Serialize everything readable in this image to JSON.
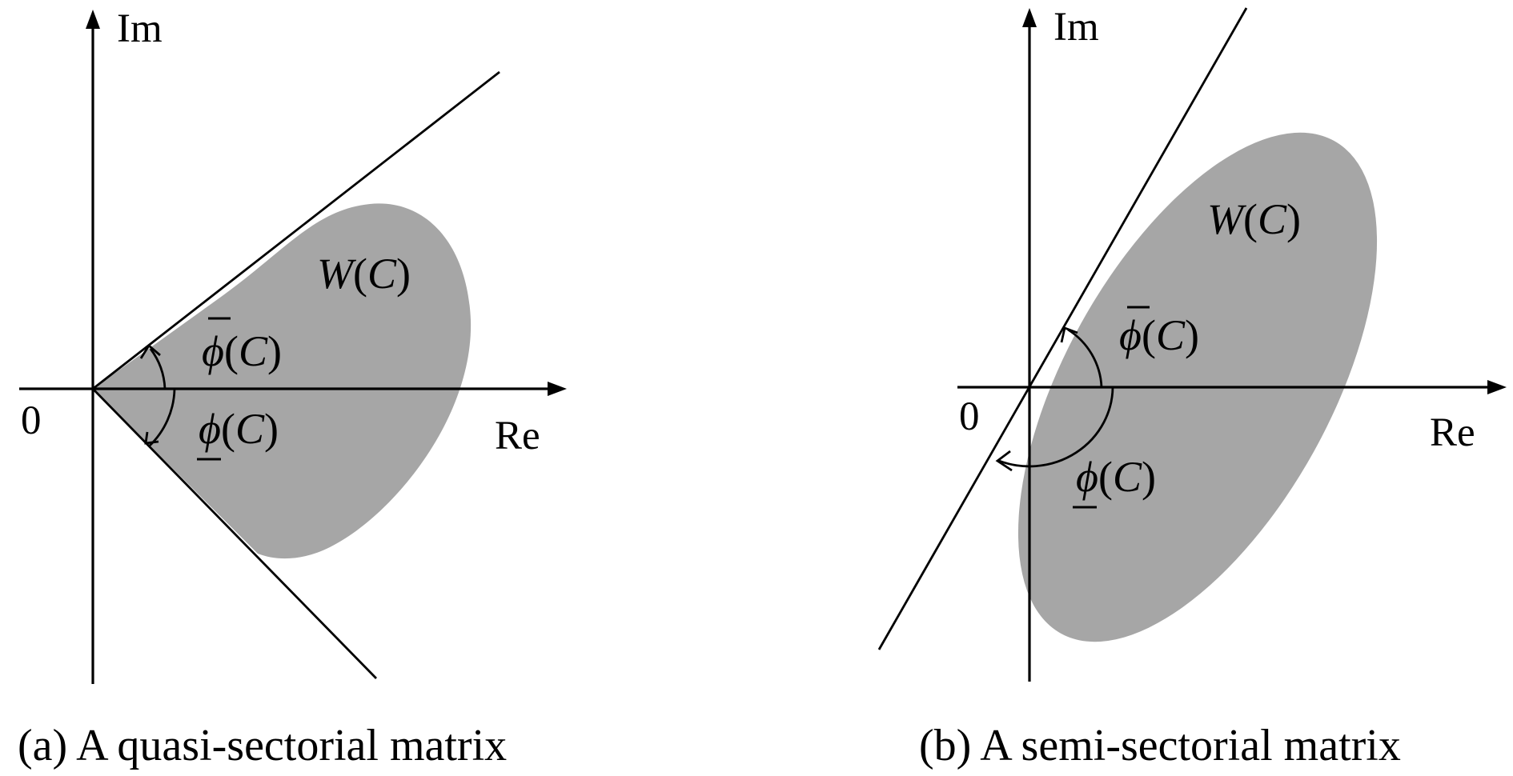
{
  "panels": [
    {
      "caption": "(a) A quasi-sectorial matrix",
      "axis_x_label": "Re",
      "axis_y_label": "Im",
      "origin_label": "0",
      "region_label": {
        "func": "W",
        "arg": "C"
      },
      "upper_angle_label": {
        "func": "ϕ",
        "arg": "C"
      },
      "lower_angle_label": {
        "func": "ϕ",
        "arg": "C"
      }
    },
    {
      "caption": "(b) A semi-sectorial matrix",
      "axis_x_label": "Re",
      "axis_y_label": "Im",
      "origin_label": "0",
      "region_label": {
        "func": "W",
        "arg": "C"
      },
      "upper_angle_label": {
        "func": "ϕ",
        "arg": "C"
      },
      "lower_angle_label": {
        "func": "ϕ",
        "arg": "C"
      }
    }
  ]
}
